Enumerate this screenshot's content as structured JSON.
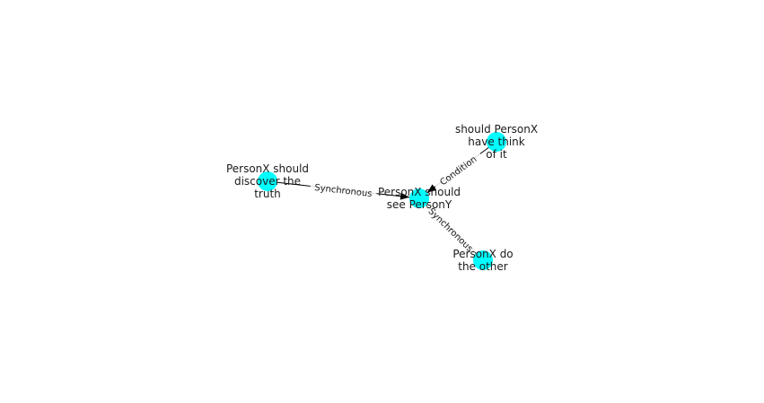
{
  "graph": {
    "node_color": "#00ffff",
    "edge_color": "#000000",
    "nodes": [
      {
        "id": "n1",
        "lines": [
          "PersonX should",
          "discover the",
          "truth"
        ]
      },
      {
        "id": "n2",
        "lines": [
          "PersonX should",
          "see PersonY"
        ]
      },
      {
        "id": "n3",
        "lines": [
          "should PersonX",
          "have think",
          "of it"
        ]
      },
      {
        "id": "n4",
        "lines": [
          "PersonX do",
          "the other"
        ]
      }
    ],
    "edges": [
      {
        "from": "n1",
        "to": "n2",
        "label": "Synchronous",
        "directed": true
      },
      {
        "from": "n3",
        "to": "n2",
        "label": "Condition",
        "directed": true
      },
      {
        "from": "n2",
        "to": "n4",
        "label": "Synchronous",
        "directed": false
      }
    ]
  }
}
